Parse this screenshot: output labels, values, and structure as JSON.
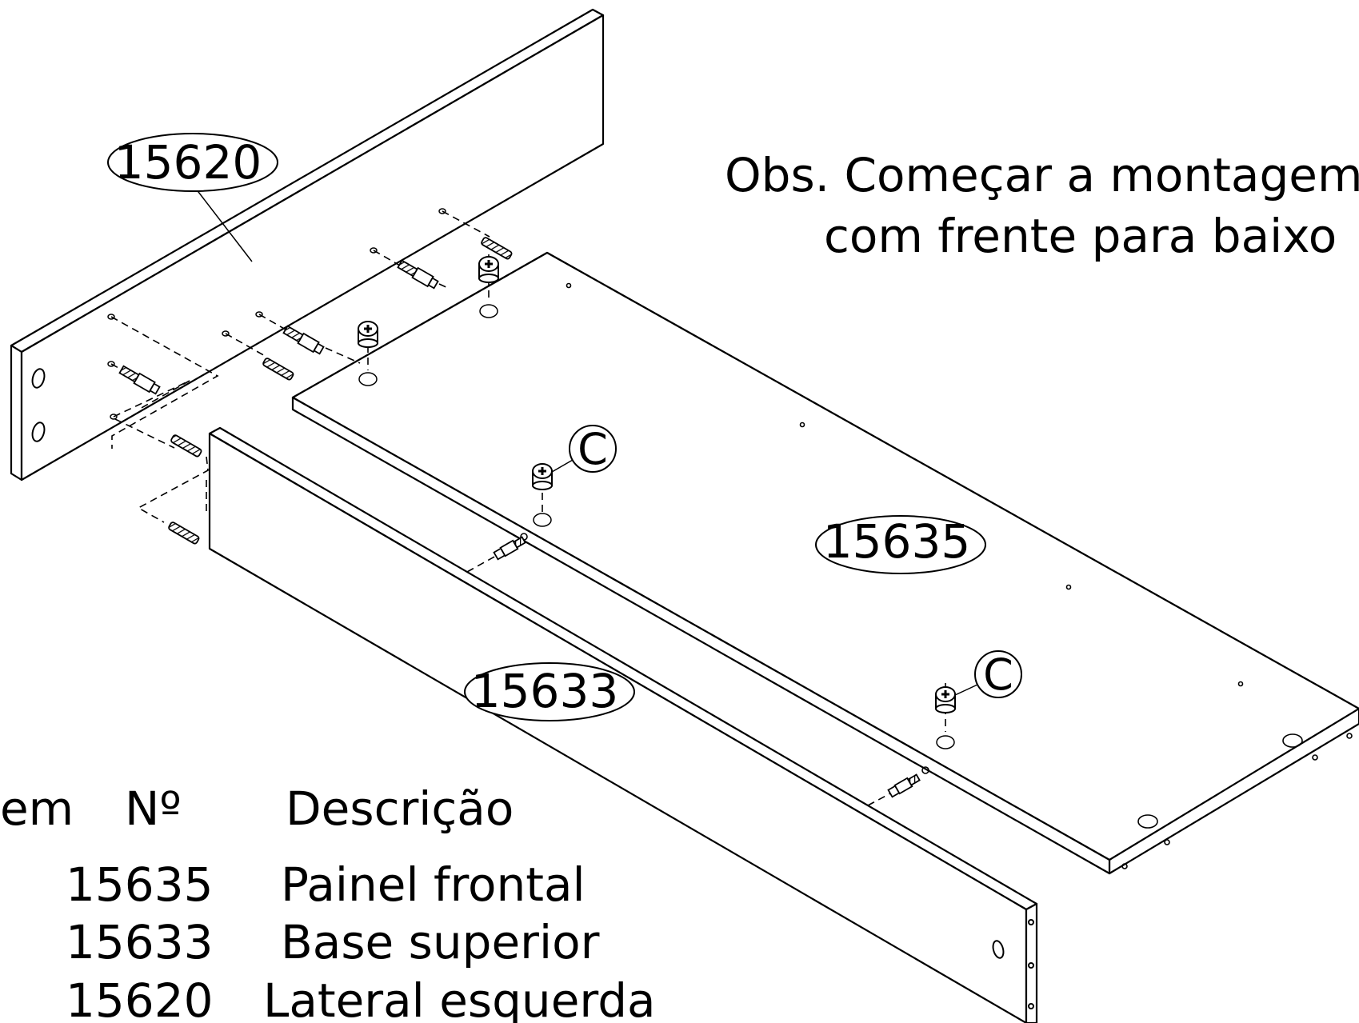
{
  "note": {
    "line1": "Obs. Começar a montagem",
    "line2": "com frente para baixo"
  },
  "parts": {
    "lateral": "15620",
    "painel": "15635",
    "base": "15633"
  },
  "callouts": [
    "C",
    "C"
  ],
  "table": {
    "headers": [
      "em",
      "Nº",
      "Descrição"
    ],
    "rows": [
      {
        "code": "15635",
        "description": "Painel frontal"
      },
      {
        "code": "15633",
        "description": "Base superior"
      },
      {
        "code": "15620",
        "description": "Lateral esquerda"
      }
    ]
  }
}
